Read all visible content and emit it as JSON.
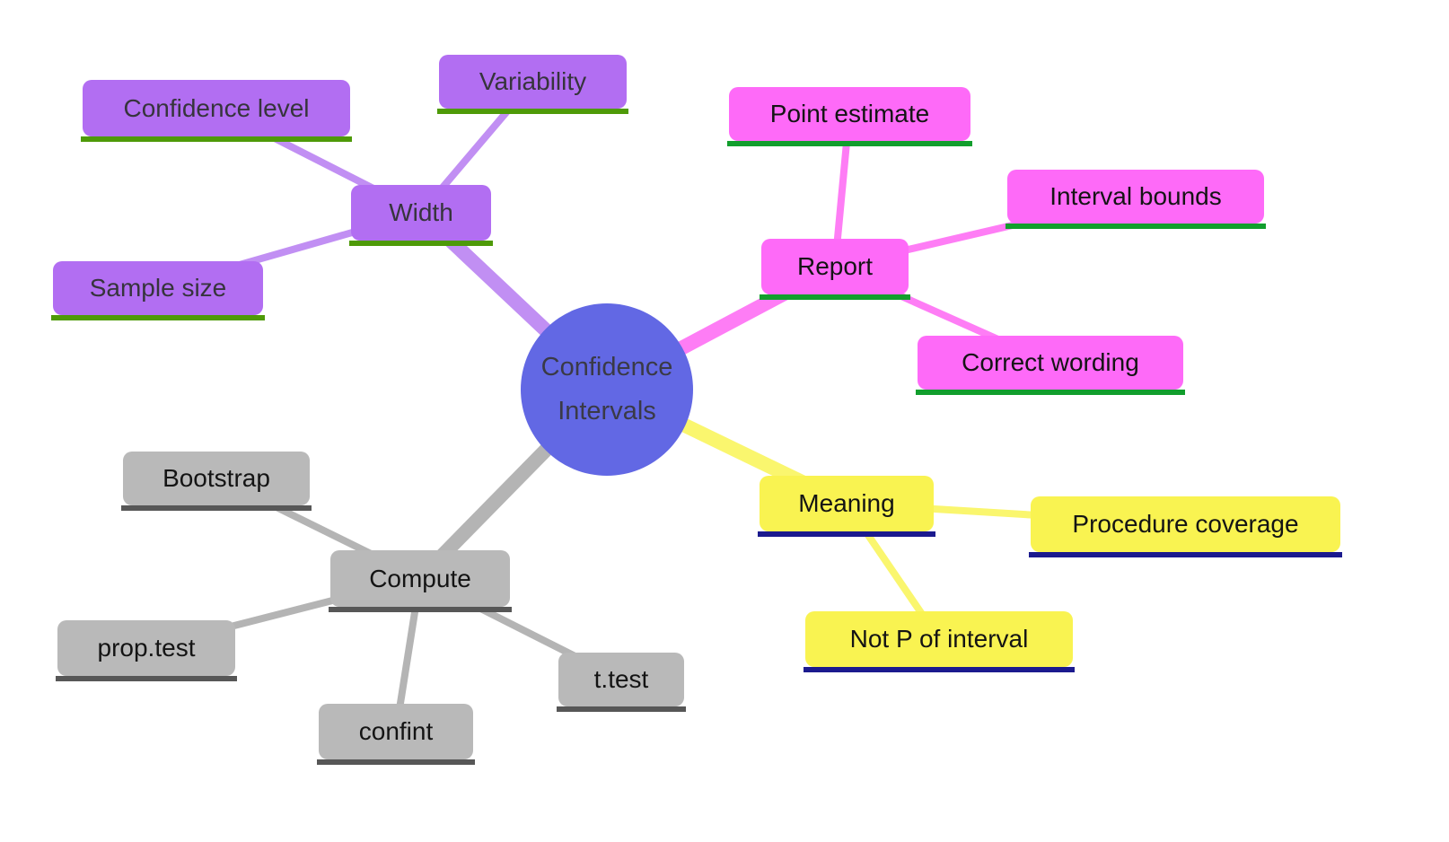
{
  "diagram": {
    "type": "mindmap",
    "topic": "Confidence Intervals",
    "branches": [
      {
        "label": "Width",
        "children": [
          "Confidence level",
          "Variability",
          "Sample size"
        ]
      },
      {
        "label": "Report",
        "children": [
          "Point estimate",
          "Interval bounds",
          "Correct wording"
        ]
      },
      {
        "label": "Meaning",
        "children": [
          "Procedure coverage",
          "Not P of interval"
        ]
      },
      {
        "label": "Compute",
        "children": [
          "Bootstrap",
          "prop.test",
          "confint",
          "t.test"
        ]
      }
    ]
  },
  "nodes": {
    "root": {
      "label": "Confidence Intervals"
    },
    "width": {
      "label": "Width"
    },
    "confidence_level": {
      "label": "Confidence level"
    },
    "variability": {
      "label": "Variability"
    },
    "sample_size": {
      "label": "Sample size"
    },
    "report": {
      "label": "Report"
    },
    "point_estimate": {
      "label": "Point estimate"
    },
    "interval_bounds": {
      "label": "Interval bounds"
    },
    "correct_wording": {
      "label": "Correct wording"
    },
    "meaning": {
      "label": "Meaning"
    },
    "procedure_coverage": {
      "label": "Procedure coverage"
    },
    "not_p_of_interval": {
      "label": "Not P of interval"
    },
    "compute": {
      "label": "Compute"
    },
    "bootstrap": {
      "label": "Bootstrap"
    },
    "prop_test": {
      "label": "prop.test"
    },
    "confint": {
      "label": "confint"
    },
    "t_test": {
      "label": "t.test"
    }
  },
  "colors": {
    "root_fill": "#6268e4",
    "root_text": "#3a3a46",
    "purple_box": "#b26ef2",
    "purple_line": "#c18ff3",
    "green_underline": "#4e9a08",
    "magenta_box": "#fe6af8",
    "magenta_line": "#fe7df5",
    "report_underline": "#129e2d",
    "yellow_box": "#f9f351",
    "yellow_line": "#faf66e",
    "navy_underline": "#1b1a8e",
    "gray_box": "#b9b9b9",
    "gray_line": "#b4b4b4",
    "gray_underline": "#575757",
    "dark_text": "#36343c",
    "black_text": "#141414"
  }
}
